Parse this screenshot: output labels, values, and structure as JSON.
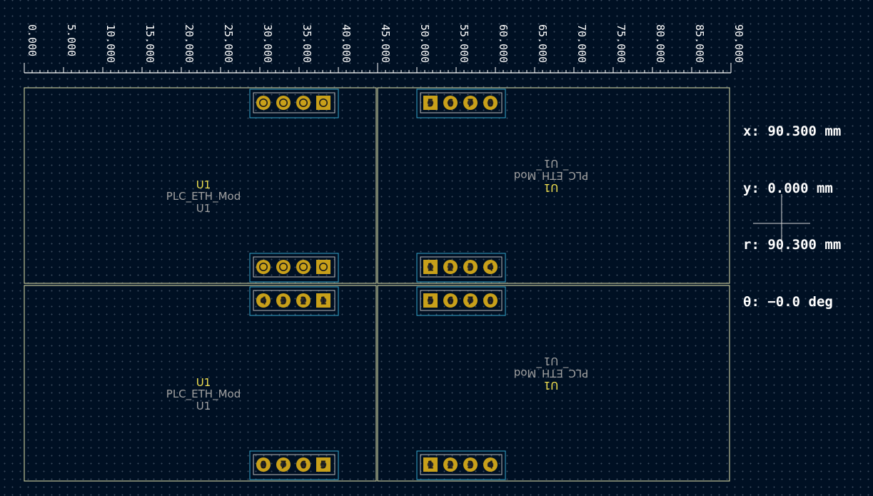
{
  "app": "KiCad PCB Editor",
  "ruler": {
    "unit": "mm",
    "tick_labels": [
      "0.000",
      "5.000",
      "10.000",
      "15.000",
      "20.000",
      "25.000",
      "30.000",
      "35.000",
      "40.000",
      "45.000",
      "50.000",
      "55.000",
      "60.000",
      "65.000",
      "70.000",
      "75.000",
      "80.000",
      "85.000",
      "90.000"
    ]
  },
  "readout": {
    "x": "x: 90.300 mm",
    "y": "y: 0.000 mm",
    "r": "r: 90.300 mm",
    "theta": "θ: −0.0 deg"
  },
  "panels": [
    {
      "side": "front",
      "ref_top": "U1",
      "value": "PLC_ETH_Mod",
      "ref_bottom": "U1",
      "connector_top_pins": [
        "",
        "",
        "",
        ""
      ],
      "connector_bottom_pins": [
        "",
        "",
        "",
        ""
      ]
    },
    {
      "side": "back",
      "ref_top": "U1",
      "value": "PLC_ETH_Mod",
      "ref_bottom": "U1",
      "connector_top_pins": [
        "5",
        "6",
        "7",
        "8"
      ],
      "connector_bottom_pins": [
        "1",
        "2",
        "3",
        "4"
      ]
    },
    {
      "side": "front",
      "ref_top": "U1",
      "value": "PLC_ETH_Mod",
      "ref_bottom": "U1",
      "connector_top_pins": [
        "4",
        "3",
        "2",
        "1"
      ],
      "connector_bottom_pins": [
        "8",
        "7",
        "6",
        "5"
      ]
    },
    {
      "side": "back",
      "ref_top": "U1",
      "value": "PLC_ETH_Mod",
      "ref_bottom": "U1",
      "connector_top_pins": [
        "5",
        "6",
        "7",
        "8"
      ],
      "connector_bottom_pins": [
        "1",
        "2",
        "3",
        "4"
      ]
    }
  ],
  "colors": {
    "background": "#001023",
    "edge_cuts": "#d0d2a0",
    "courtyard": "#33a6cc",
    "pad": "#c8a01a",
    "ref_front": "#f0e050",
    "text_front": "#a0a0a0",
    "readout": "#ffffff"
  },
  "cursor_icon": "crosshair-cursor-icon"
}
